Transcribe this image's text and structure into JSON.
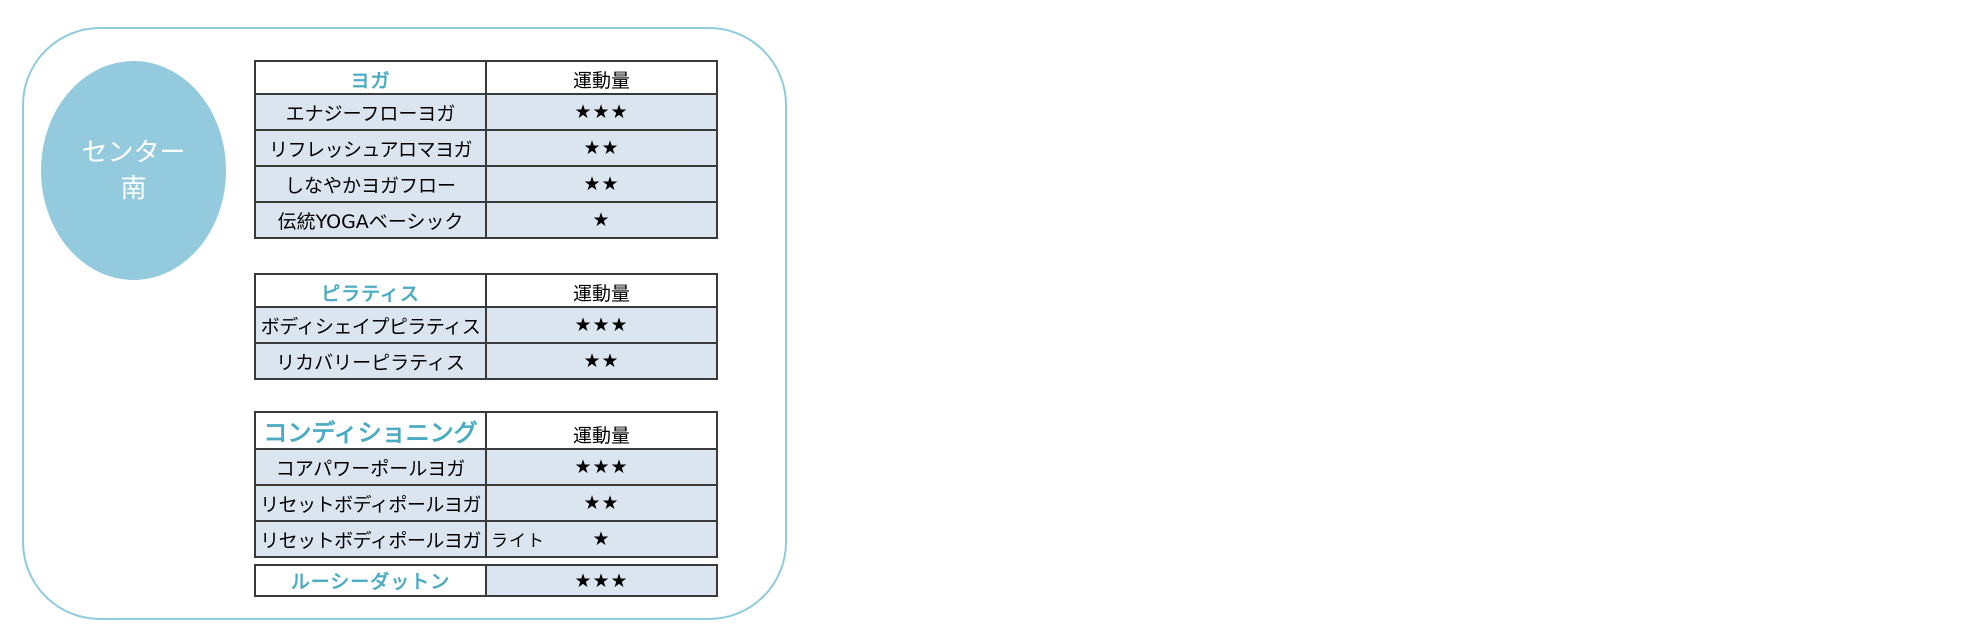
{
  "center": {
    "line1": "センター",
    "line2": "南"
  },
  "exercise_header": "運動量",
  "categories": [
    {
      "title": "ヨガ",
      "items": [
        {
          "name": "エナジーフローヨガ",
          "level": "★★★"
        },
        {
          "name": "リフレッシュアロマヨガ",
          "level": "★★"
        },
        {
          "name": "しなやかヨガフロー",
          "level": "★★"
        },
        {
          "name": "伝統YOGAベーシック",
          "level": "★"
        }
      ]
    },
    {
      "title": "ピラティス",
      "items": [
        {
          "name": "ボディシェイプピラティス",
          "level": "★★★"
        },
        {
          "name": "リカバリーピラティス",
          "level": "★★"
        }
      ]
    },
    {
      "title": "コンディショニング",
      "items": [
        {
          "name": "コアパワーポールヨガ",
          "level": "★★★"
        },
        {
          "name": "リセットボディポールヨガ",
          "level": "★★"
        },
        {
          "name": "リセットボディポールヨガ",
          "suffix": "ライト",
          "level": "★"
        }
      ]
    },
    {
      "title": "ルーシーダットン",
      "level": "★★★"
    }
  ]
}
